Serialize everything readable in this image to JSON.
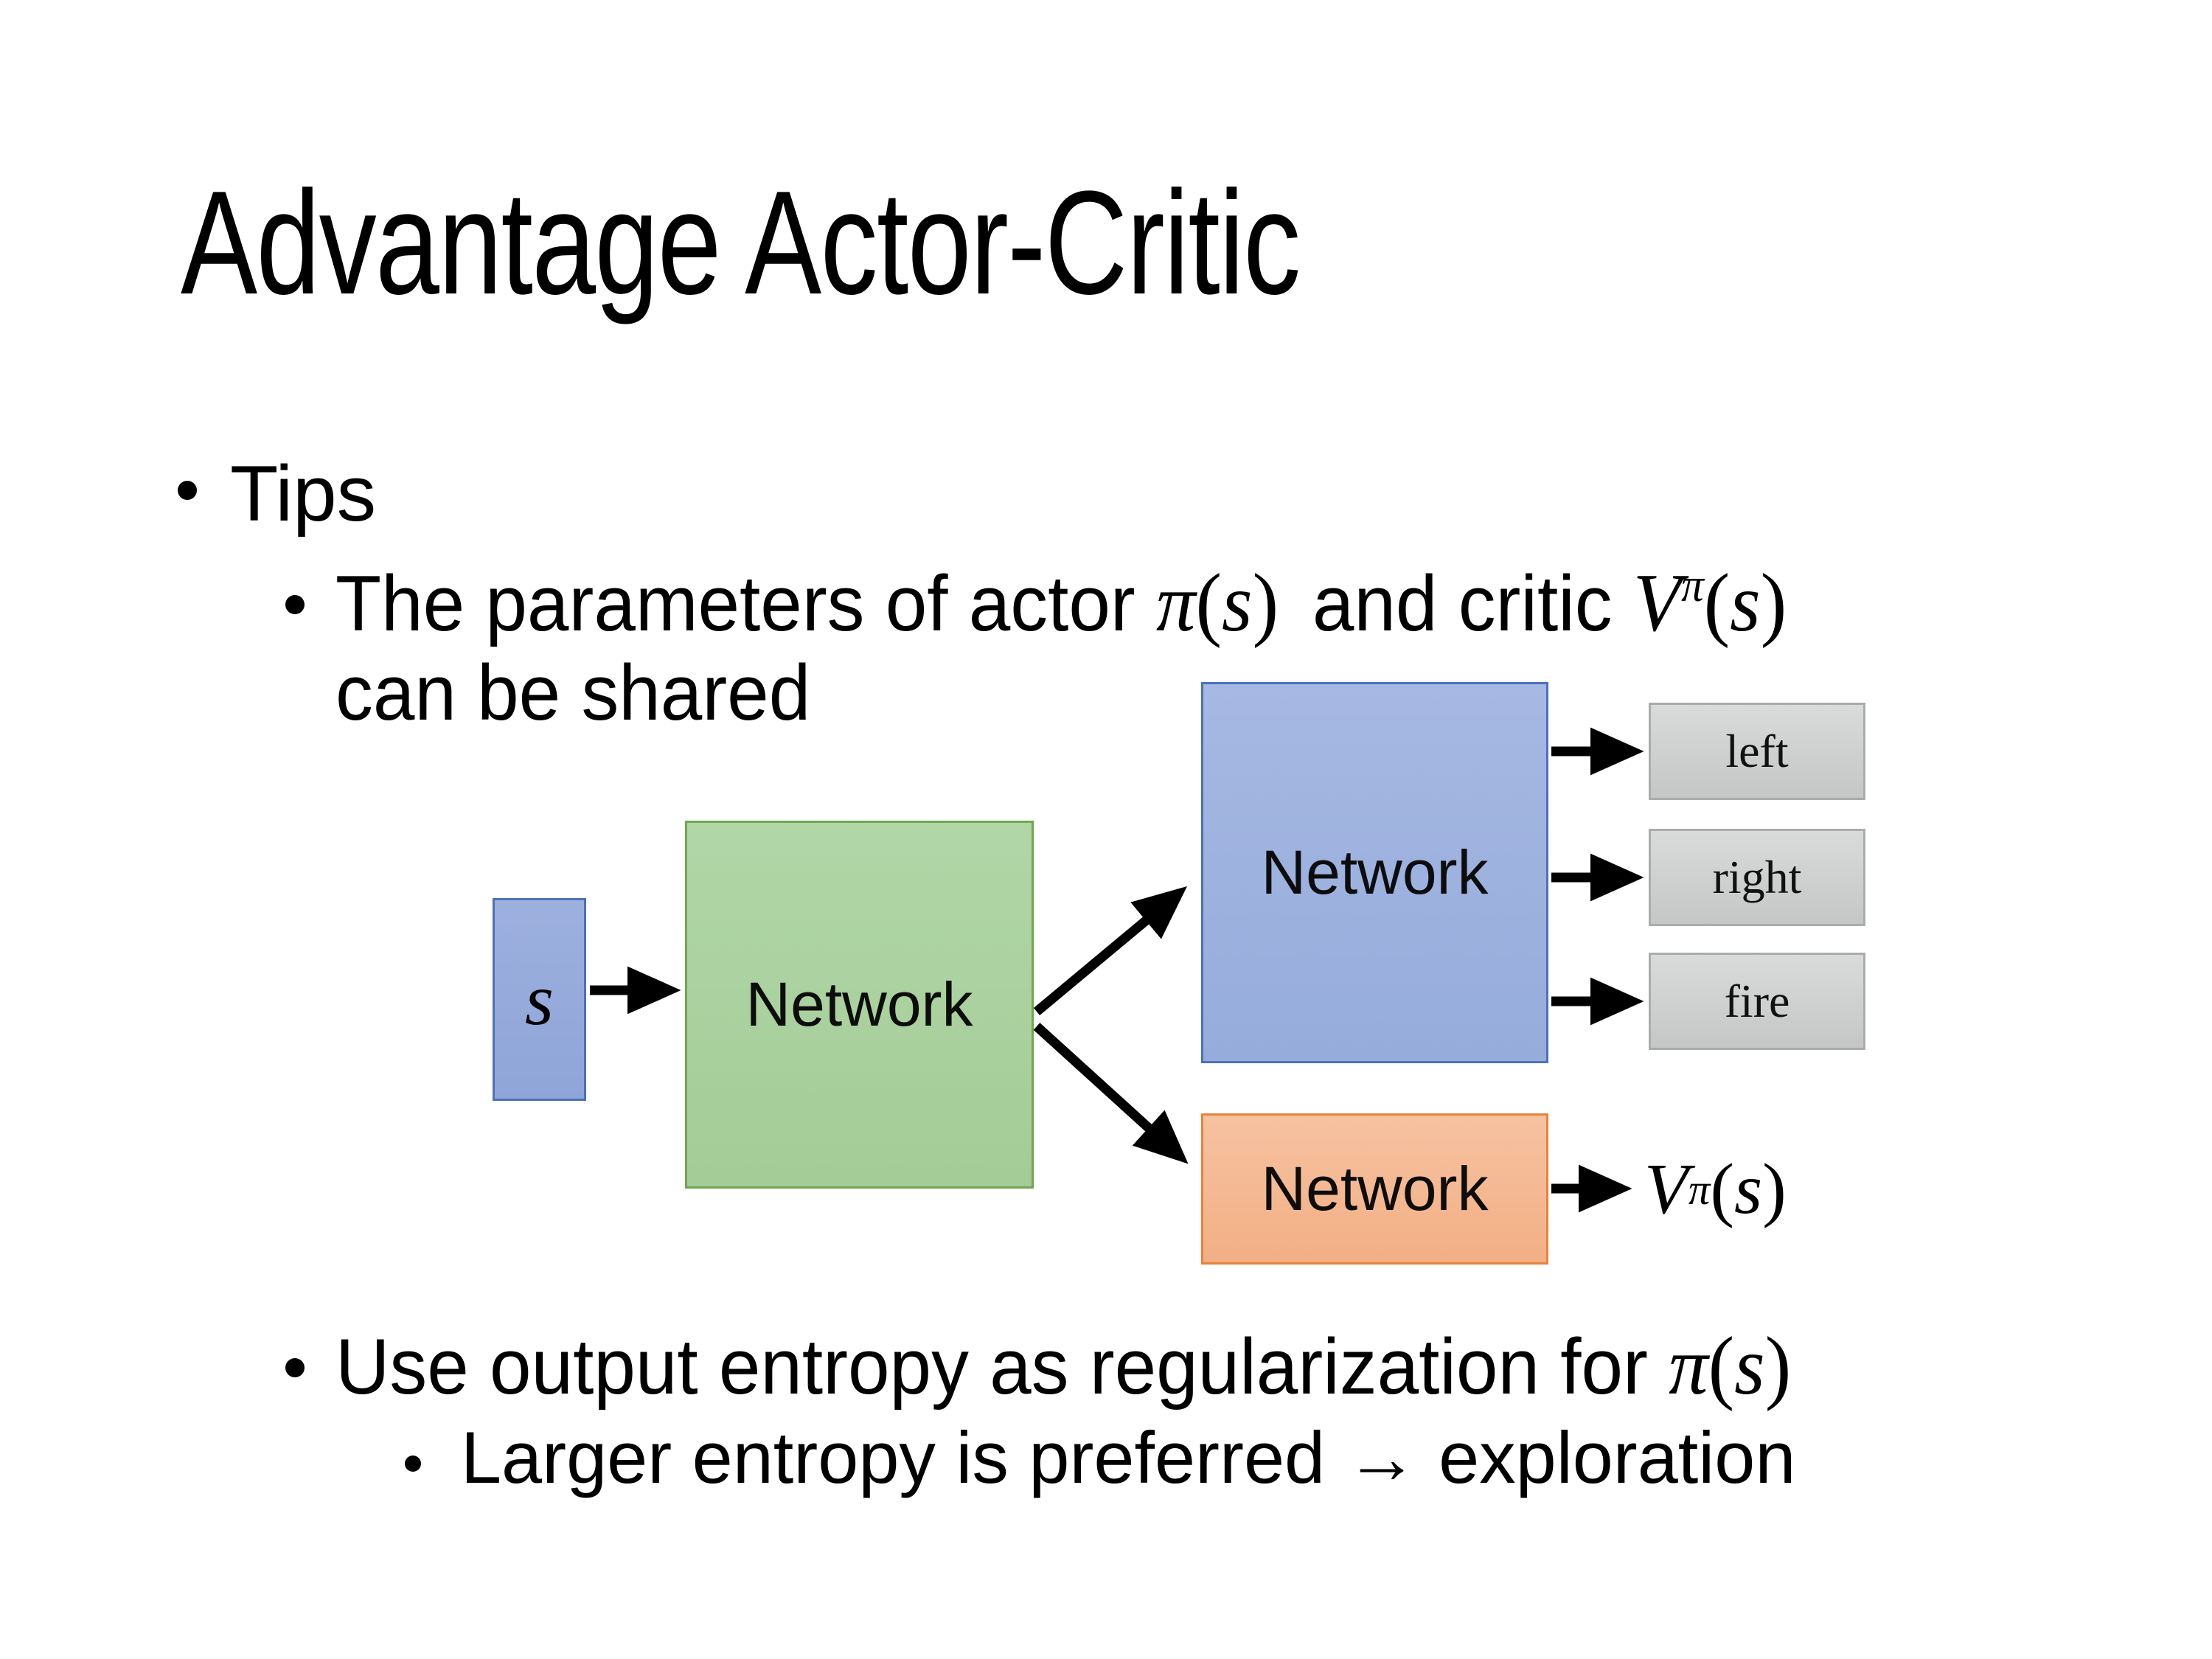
{
  "slide": {
    "title": "Advantage Actor-Critic"
  },
  "bullets": {
    "tips": "Tips",
    "param": {
      "pre": "The parameters of actor ",
      "pi": "π",
      "lp": "(",
      "s": "s",
      "rp": ")",
      "mid": "and critic",
      "V": "V",
      "Vsup": "π",
      "lp2": "(",
      "s2": "s",
      "rp2": ")",
      "line2": "can be shared"
    },
    "entropy": {
      "pre": "Use output entropy as regularization for ",
      "pi": "π",
      "lp": "(",
      "s": "s",
      "rp": ")"
    },
    "larger": "Larger entropy is preferred → exploration"
  },
  "diagram": {
    "state_label": "s",
    "shared_network_label": "Network",
    "actor_network_label": "Network",
    "critic_network_label": "Network",
    "actions": [
      "left",
      "right",
      "fire"
    ],
    "value_output": {
      "V": "V",
      "sup": "π",
      "lp": "(",
      "s": "s",
      "rp": ")"
    },
    "colors": {
      "state_fill": "#96ABDC",
      "state_border": "#4B70BD",
      "shared_fill": "#ACD3A2",
      "shared_border": "#6FA84F",
      "actor_fill": "#A0B3E0",
      "actor_border": "#4B70BD",
      "critic_fill": "#F6BC9A",
      "critic_border": "#E8823B",
      "action_fill": "#CACCCC",
      "action_border": "#A9ACAB",
      "arrow": "#000000",
      "text": "#000000"
    }
  }
}
